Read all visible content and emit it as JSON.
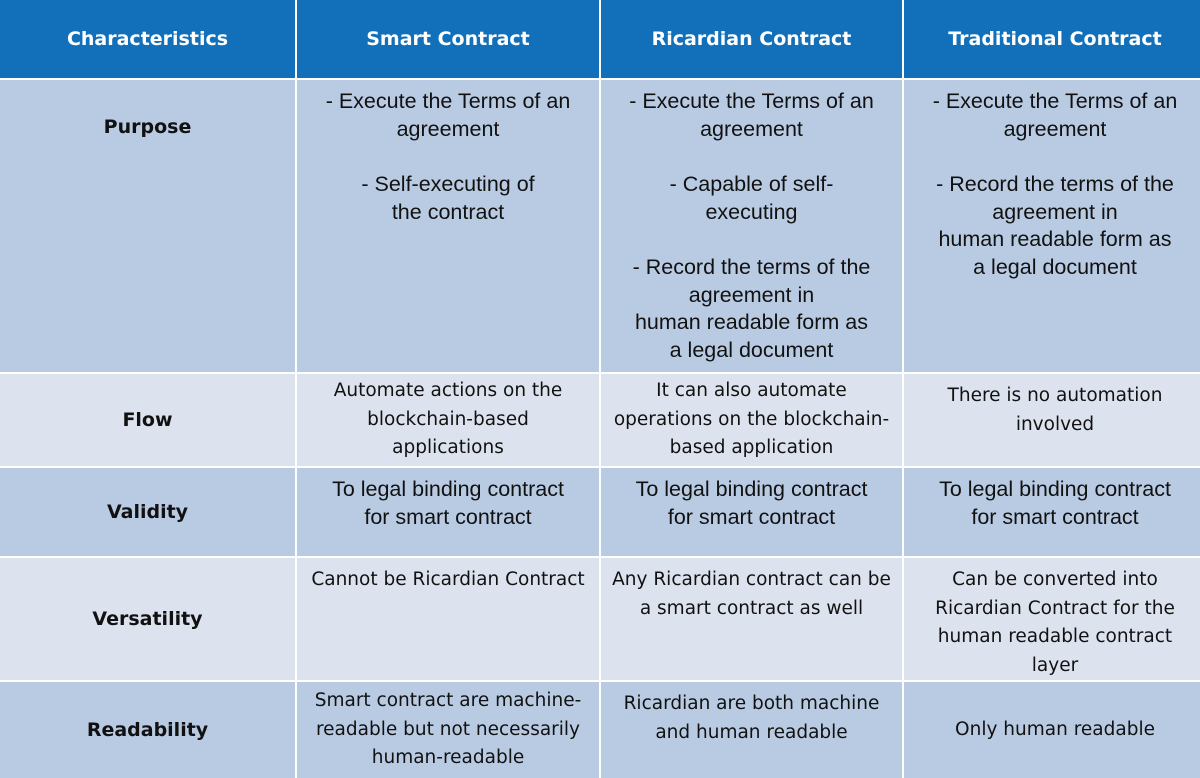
{
  "headers": [
    "Characteristics",
    "Smart Contract",
    "Ricardian Contract",
    "Traditional Contract"
  ],
  "rows": {
    "purpose": {
      "label": "Purpose",
      "smart": [
        "- Execute the Terms of an\nagreement",
        "- Self-executing of\nthe contract"
      ],
      "ricardian": [
        "- Execute the Terms of an\nagreement",
        "-     Capable of self-\nexecuting",
        "-     Record the terms of the\nagreement in\nhuman readable form as\na legal document"
      ],
      "traditional": [
        "- Execute the Terms of an\nagreement",
        "- Record the terms of the\nagreement in\nhuman readable form as\na legal document"
      ]
    },
    "flow": {
      "label": "Flow",
      "smart": "Automate actions on the\nblockchain-based\napplications",
      "ricardian": "It can also automate\noperations on the blockchain-\nbased application",
      "traditional": "There is no automation\ninvolved"
    },
    "validity": {
      "label": "Validity",
      "smart": "To legal binding contract\nfor smart contract",
      "ricardian": "To legal binding contract\nfor smart contract",
      "traditional": "To legal binding contract\nfor smart contract"
    },
    "versatility": {
      "label": "Versatility",
      "smart": "Cannot be Ricardian Contract",
      "ricardian": "Any Ricardian contract can be\na smart contract as well",
      "traditional": "Can be converted into\nRicardian Contract for the\nhuman readable contract\nlayer"
    },
    "readability": {
      "label": "Readability",
      "smart": "Smart contract are machine-\nreadable but not necessarily\nhuman-readable",
      "ricardian": "Ricardian are both machine\nand human readable",
      "traditional": "Only human readable"
    }
  },
  "colors": {
    "header_bg": "#1170b9",
    "row_dark": "#b9cbe3",
    "row_light": "#dde3ee"
  }
}
